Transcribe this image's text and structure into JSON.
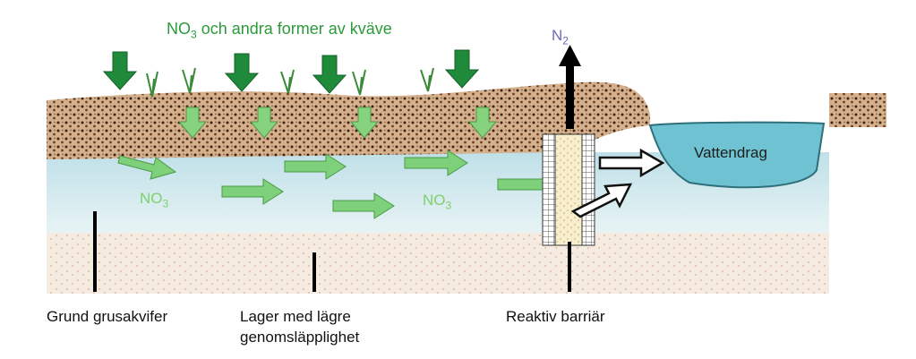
{
  "labels": {
    "title_main": "NO",
    "title_sub": "3",
    "title_rest": " och andra former av kväve",
    "n2_main": "N",
    "n2_sub": "2",
    "no3_main": "NO",
    "no3_sub": "3",
    "vattendrag": "Vattendrag",
    "grund": "Grund grusakvifer",
    "lager_line1": "Lager med lägre",
    "lager_line2": "genomsläpplighet",
    "barriar": "Reaktiv barriär"
  },
  "colors": {
    "soil": "#c9a27c",
    "soil_dots": "#4a2a18",
    "groundwater": "#cfe8ee",
    "low_perm_layer": "#f3e4d6",
    "stream": "#6cc0cf",
    "arrow_dark_green": "#1f8a3a",
    "arrow_light_green": "#7fd07a",
    "title_green": "#2a9a3a",
    "n2_purple": "#6b6bb5"
  }
}
